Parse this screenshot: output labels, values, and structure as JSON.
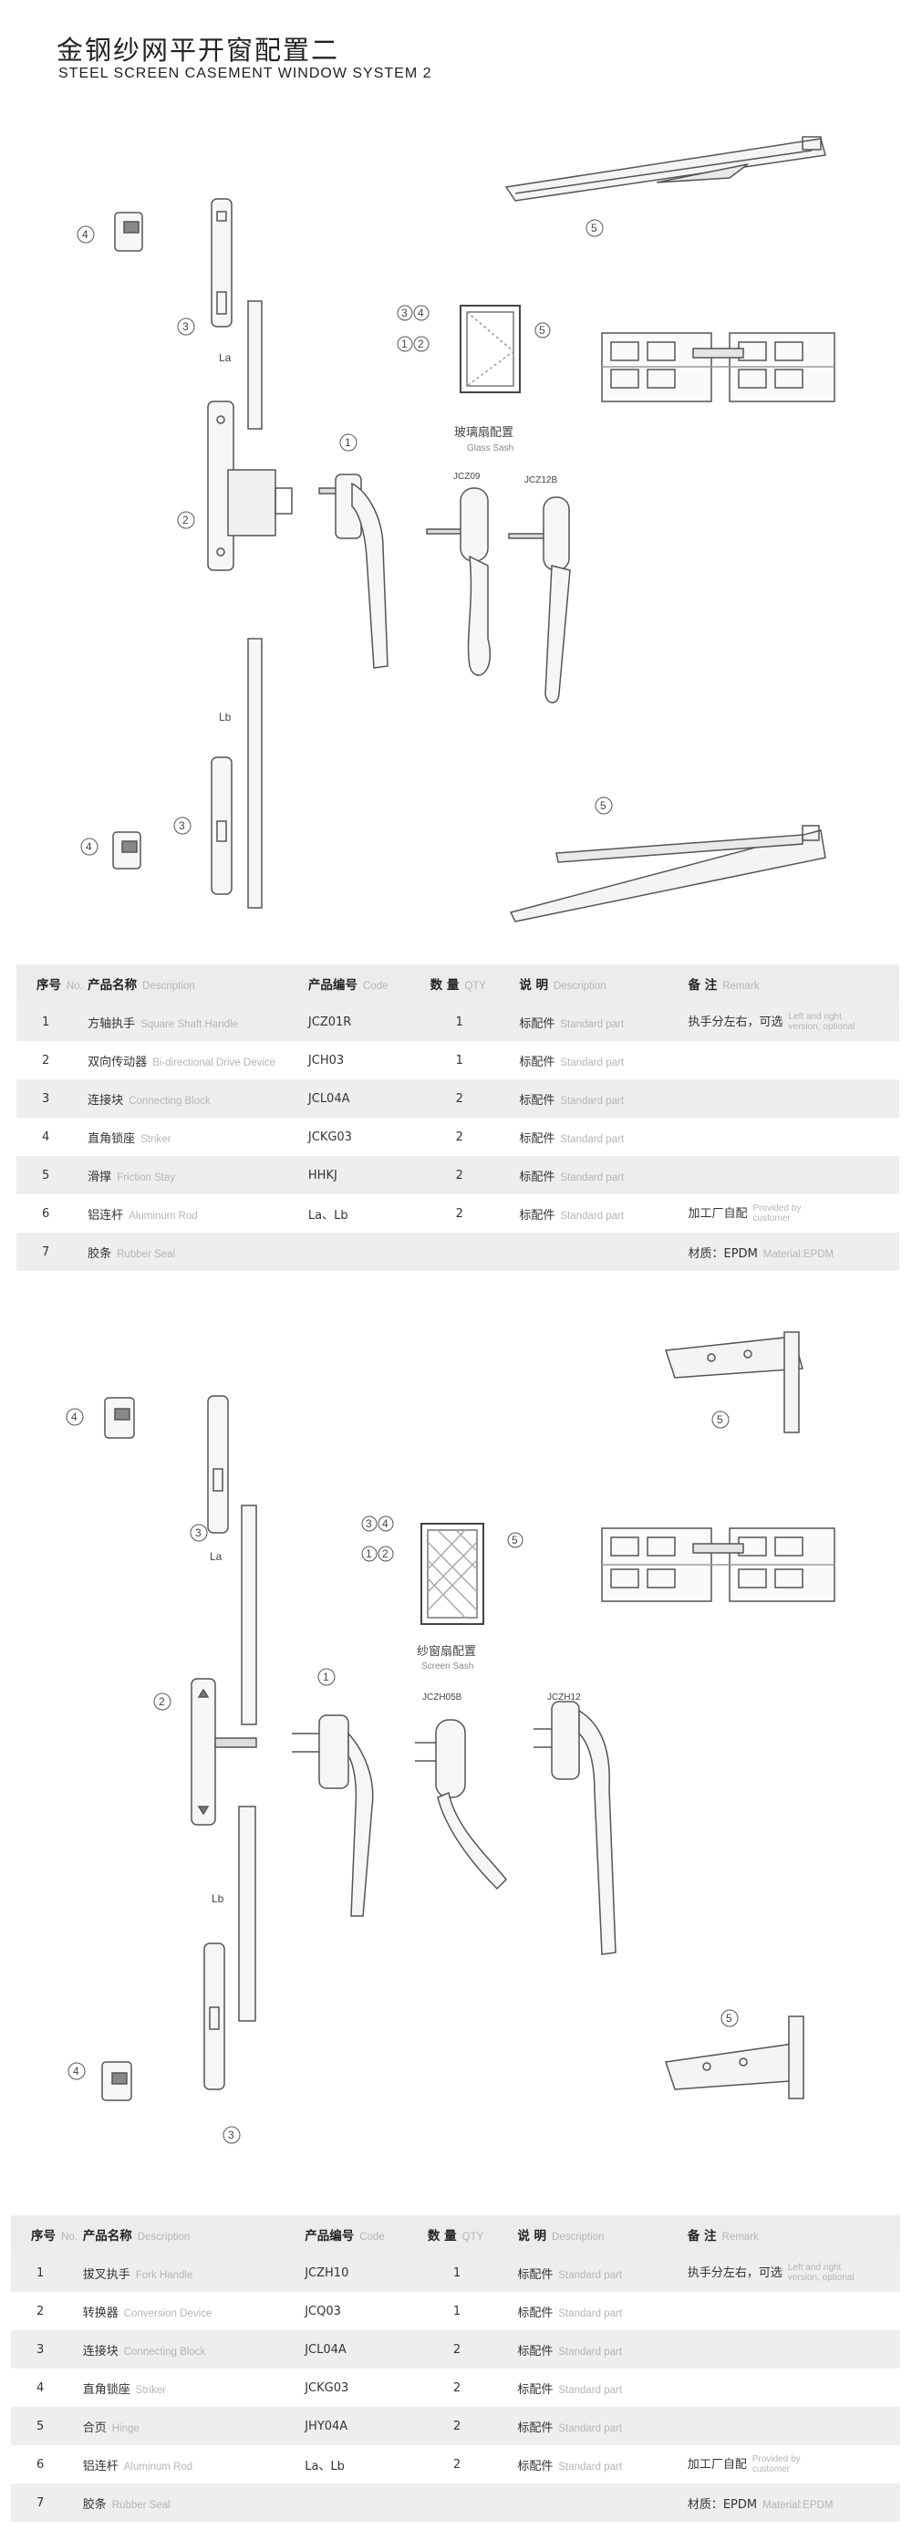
{
  "header": {
    "title_zh": "金钢纱网平开窗配置二",
    "title_en": "STEEL SCREEN CASEMENT WINDOW SYSTEM 2"
  },
  "diagram1": {
    "labels": {
      "glass_sash_zh": "玻璃扇配置",
      "glass_sash_en": "Glass Sash",
      "handle_a": "JCZ09",
      "handle_b": "JCZ12B",
      "la": "La",
      "lb": "Lb"
    },
    "callouts": [
      "1",
      "2",
      "3",
      "4",
      "5"
    ]
  },
  "table1": {
    "headers": {
      "no_zh": "序号",
      "no_en": "No.",
      "name_zh": "产品名称",
      "name_en": "Description",
      "code_zh": "产品编号",
      "code_en": "Code",
      "qty_zh": "数 量",
      "qty_en": "QTY",
      "note_zh": "说 明",
      "note_en": "Description",
      "remark_zh": "备 注",
      "remark_en": "Remark"
    },
    "rows": [
      {
        "no": "1",
        "name_zh": "方轴执手",
        "name_en": "Square Shaft Handle",
        "code": "JCZ01R",
        "qty": "1",
        "note_zh": "标配件",
        "note_en": "Standard part",
        "remark_zh": "执手分左右，可选",
        "remark_en": "Left and right version, optional"
      },
      {
        "no": "2",
        "name_zh": "双向传动器",
        "name_en": "Bi-directional Drive Device",
        "code": "JCH03",
        "qty": "1",
        "note_zh": "标配件",
        "note_en": "Standard part",
        "remark_zh": "",
        "remark_en": ""
      },
      {
        "no": "3",
        "name_zh": "连接块",
        "name_en": "Connecting Block",
        "code": "JCL04A",
        "qty": "2",
        "note_zh": "标配件",
        "note_en": "Standard part",
        "remark_zh": "",
        "remark_en": ""
      },
      {
        "no": "4",
        "name_zh": "直角锁座",
        "name_en": "Striker",
        "code": "JCKG03",
        "qty": "2",
        "note_zh": "标配件",
        "note_en": "Standard part",
        "remark_zh": "",
        "remark_en": ""
      },
      {
        "no": "5",
        "name_zh": "滑撑",
        "name_en": "Friction Stay",
        "code": "HHKJ",
        "qty": "2",
        "note_zh": "标配件",
        "note_en": "Standard part",
        "remark_zh": "",
        "remark_en": ""
      },
      {
        "no": "6",
        "name_zh": "铝连杆",
        "name_en": "Aluminum Rod",
        "code": "La、Lb",
        "qty": "2",
        "note_zh": "标配件",
        "note_en": "Standard part",
        "remark_zh": "加工厂自配",
        "remark_en": "Provided by customer"
      }
    ],
    "last_row": {
      "no": "7",
      "name_zh": "胶条",
      "name_en": "Rubber Seal",
      "material_zh": "材质：EPDM",
      "material_en": "Material:EPDM"
    }
  },
  "diagram2": {
    "labels": {
      "screen_sash_zh": "纱窗扇配置",
      "screen_sash_en": "Screen Sash",
      "handle_a": "JCZH05B",
      "handle_b": "JCZH12",
      "la": "La",
      "lb": "Lb"
    },
    "callouts": [
      "1",
      "2",
      "3",
      "4",
      "5"
    ]
  },
  "table2": {
    "headers": {
      "no_zh": "序号",
      "no_en": "No.",
      "name_zh": "产品名称",
      "name_en": "Description",
      "code_zh": "产品编号",
      "code_en": "Code",
      "qty_zh": "数 量",
      "qty_en": "QTY",
      "note_zh": "说 明",
      "note_en": "Description",
      "remark_zh": "备 注",
      "remark_en": "Remark"
    },
    "rows": [
      {
        "no": "1",
        "name_zh": "拔叉执手",
        "name_en": "Fork Handle",
        "code": "JCZH10",
        "qty": "1",
        "note_zh": "标配件",
        "note_en": "Standard part",
        "remark_zh": "执手分左右，可选",
        "remark_en": "Left and right version, optional"
      },
      {
        "no": "2",
        "name_zh": "转换器",
        "name_en": "Conversion Device",
        "code": "JCQ03",
        "qty": "1",
        "note_zh": "标配件",
        "note_en": "Standard part",
        "remark_zh": "",
        "remark_en": ""
      },
      {
        "no": "3",
        "name_zh": "连接块",
        "name_en": "Connecting Block",
        "code": "JCL04A",
        "qty": "2",
        "note_zh": "标配件",
        "note_en": "Standard part",
        "remark_zh": "",
        "remark_en": ""
      },
      {
        "no": "4",
        "name_zh": "直角锁座",
        "name_en": "Striker",
        "code": "JCKG03",
        "qty": "2",
        "note_zh": "标配件",
        "note_en": "Standard part",
        "remark_zh": "",
        "remark_en": ""
      },
      {
        "no": "5",
        "name_zh": "合页",
        "name_en": "Hinge",
        "code": "JHY04A",
        "qty": "2",
        "note_zh": "标配件",
        "note_en": "Standard part",
        "remark_zh": "",
        "remark_en": ""
      },
      {
        "no": "6",
        "name_zh": "铝连杆",
        "name_en": "Aluminum Rod",
        "code": "La、Lb",
        "qty": "2",
        "note_zh": "标配件",
        "note_en": "Standard part",
        "remark_zh": "加工厂自配",
        "remark_en": "Provided by customer"
      }
    ],
    "last_row": {
      "no": "7",
      "name_zh": "胶条",
      "name_en": "Rubber Seal",
      "material_zh": "材质：EPDM",
      "material_en": "Material:EPDM"
    }
  }
}
